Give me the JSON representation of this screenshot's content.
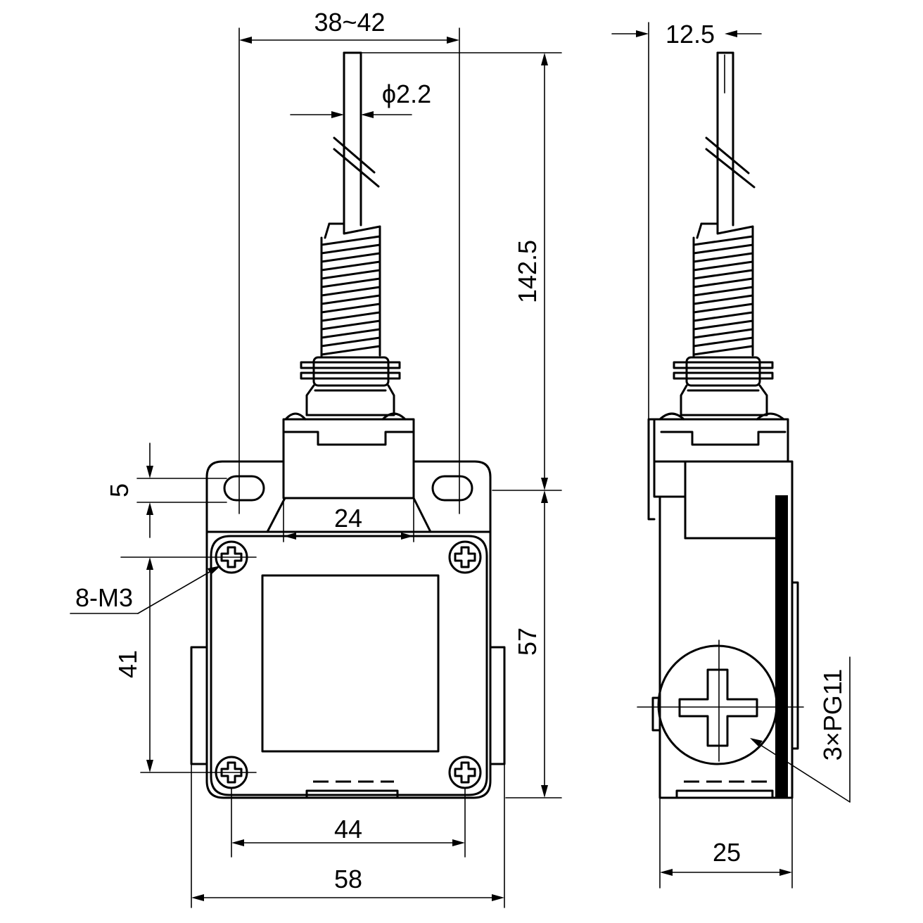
{
  "dimensions": {
    "overall_width_38_42": "38~42",
    "wire_diameter": "ϕ2.2",
    "side_offset": "12.5",
    "total_height": "142.5",
    "slot_pitch": "5",
    "neck_width": "24",
    "screw_label": "8-M3",
    "screw_vertical_spacing": "41",
    "body_height": "57",
    "screw_horizontal_spacing": "44",
    "body_width": "58",
    "side_depth": "25",
    "conduit_label": "3×PG11"
  }
}
